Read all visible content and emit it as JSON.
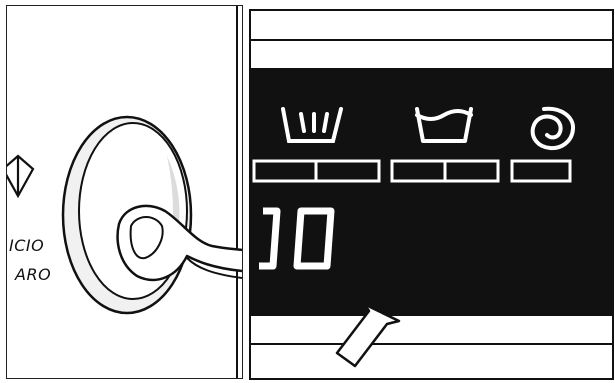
{
  "left_panel": {
    "start_label_line1": "ICIO",
    "start_label_line2": "ARO"
  },
  "display": {
    "digits": "00",
    "icons": [
      "wash-tub-icon",
      "rinse-tub-icon",
      "spin-spiral-icon"
    ]
  },
  "colors": {
    "display_background": "#111111",
    "segment_color": "#ffffff",
    "line_color": "#111111"
  }
}
